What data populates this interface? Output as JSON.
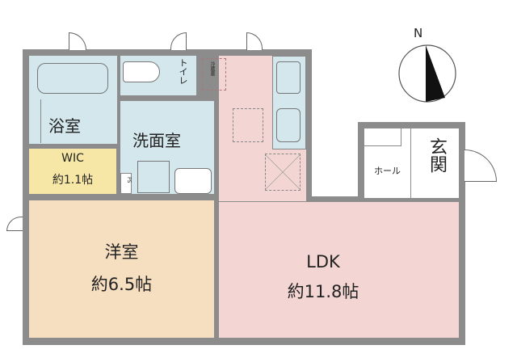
{
  "rooms": {
    "bath": {
      "label": "浴室"
    },
    "toilet": {
      "label": "トイレ"
    },
    "washroom": {
      "label": "洗面室"
    },
    "wic": {
      "label": "WIC",
      "size": "約1.1帖"
    },
    "western": {
      "label": "洋室",
      "size": "約6.5帖"
    },
    "ldk": {
      "label": "LDK",
      "size": "約11.8帖"
    },
    "hall": {
      "label": "ホール"
    },
    "entrance": {
      "label": "玄関"
    }
  },
  "fixtures": {
    "fridge": "冷蔵庫",
    "ps": "PS"
  },
  "compass": {
    "north": "N"
  },
  "colors": {
    "wall": "#8c8c8c",
    "wet": "#d3e7ec",
    "wic": "#f7e7a6",
    "western": "#f6dfc0",
    "ldk": "#f3d6d3"
  }
}
